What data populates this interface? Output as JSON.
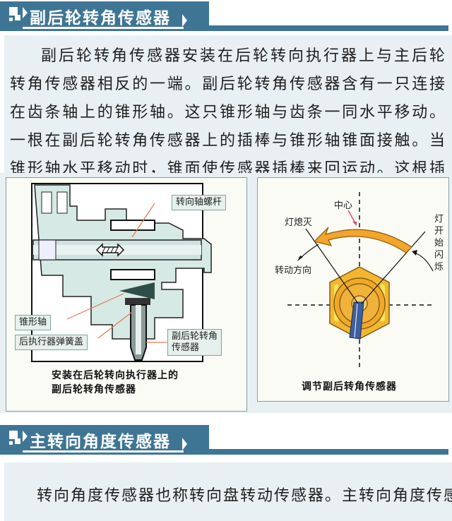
{
  "section1": {
    "title": "副后轮转角传感器",
    "paragraph": "副后轮转角传感器安装在后轮转向执行器上与主后轮转角传感器相反的一端。副后轮转角传感器含有一只连接在齿条轴上的锥形轴。这只锥形轴与齿条一同水平移动。一根在副后轮转角传感器上的插棒与锥形轴锥面接触。当锥形轴水平移动时，锥面使传感器插棒来回运动。这根插棒的运动使传感器产生模拟电压信号，将转角信息传送到控制单元。"
  },
  "figure_left": {
    "labels": {
      "steering_screw": "转向轴螺杆",
      "cone_shaft": "锥形轴",
      "spring_cover": "后执行器弹簧盖",
      "sub_sensor_line1": "副后轮转角",
      "sub_sensor_line2": "传感器"
    },
    "caption_line1": "安装在后轮转向执行器上的",
    "caption_line2": "副后轮转角传感器"
  },
  "figure_right": {
    "labels": {
      "center": "中心",
      "light_off": "灯熄灭",
      "rotation_direction": "转动方向",
      "light_blink": "灯开始闪烁"
    },
    "caption": "调节副后转角传感器",
    "colors": {
      "hex_body": "#f2b731",
      "arrow": "#f3a52a",
      "probe": "#3d5f9e"
    }
  },
  "section2": {
    "title": "主转向角度传感器",
    "paragraph": "转向角度传感器也称转向盘转动传感器。主转向角度传感"
  },
  "colors": {
    "header": "#3f7594",
    "text_bg": "#e9f0f4"
  }
}
